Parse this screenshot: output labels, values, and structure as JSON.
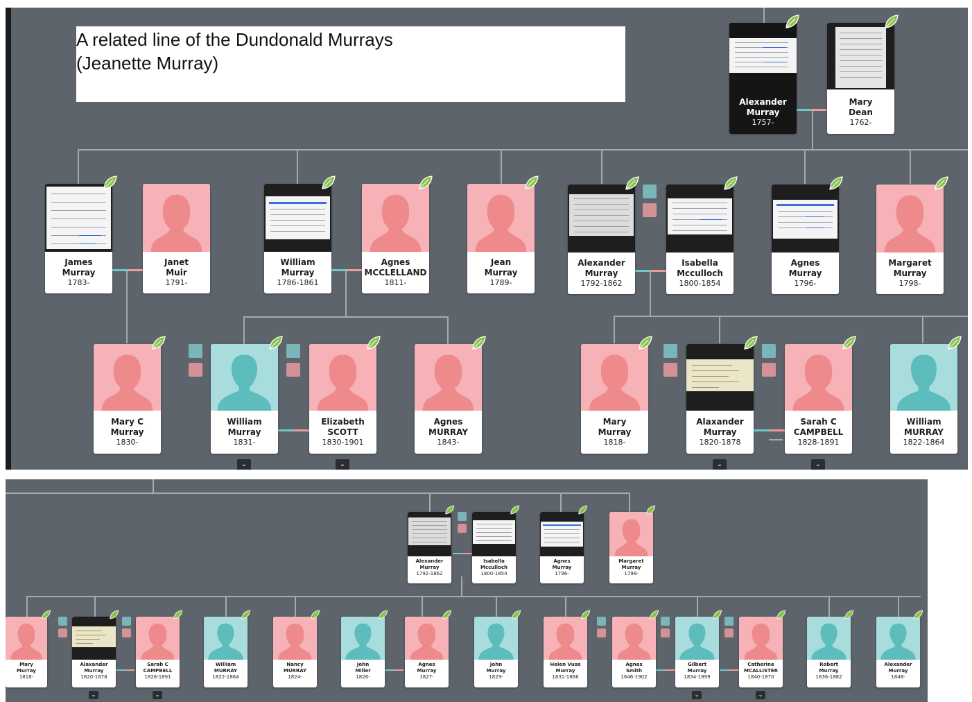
{
  "note": {
    "line1": "A related line of the Dundonald Murrays",
    "line2": "(Jeanette Murray)"
  },
  "colors": {
    "panel": "#5e646c",
    "female": "#f7b2b8",
    "female_silhouette": "#ee8a8c",
    "male": "#a9dcdc",
    "male_silhouette": "#5dbcbc",
    "leaf": "#8bc34a",
    "connector": "#a6aaaf"
  },
  "icons": {
    "leaf": "leaf-icon",
    "person": "person-silhouette-icon",
    "expand": "chevron-down-icon",
    "spouse_toggle": "spouse-toggle-icon",
    "record": "record-image-icon"
  },
  "top": {
    "ancestors": [
      {
        "first": "Alexander",
        "last": "Murray",
        "years": "1757-"
      },
      {
        "first": "Mary",
        "last": "Dean",
        "years": "1762-"
      }
    ],
    "children": [
      {
        "first": "James",
        "last": "Murray",
        "years": "1783-"
      },
      {
        "first": "Janet",
        "last": "Muir",
        "years": "1791-"
      },
      {
        "first": "William",
        "last": "Murray",
        "years": "1786-1861"
      },
      {
        "first": "Agnes",
        "last": "MCCLELLAND",
        "years": "1811-"
      },
      {
        "first": "Jean",
        "last": "Murray",
        "years": "1789-"
      },
      {
        "first": "Alexander",
        "last": "Murray",
        "years": "1792-1862"
      },
      {
        "first": "Isabella",
        "last": "Mcculloch",
        "years": "1800-1854"
      },
      {
        "first": "Agnes",
        "last": "Murray",
        "years": "1796-"
      },
      {
        "first": "Margaret",
        "last": "Murray",
        "years": "1798-"
      }
    ],
    "grandchildren": [
      {
        "first": "Mary C",
        "last": "Murray",
        "years": "1830-"
      },
      {
        "first": "William",
        "last": "Murray",
        "years": "1831-"
      },
      {
        "first": "Elizabeth",
        "last": "SCOTT",
        "years": "1830-1901"
      },
      {
        "first": "Agnes",
        "last": "MURRAY",
        "years": "1843-"
      },
      {
        "first": "Mary",
        "last": "Murray",
        "years": "1818-"
      },
      {
        "first": "Alaxander",
        "last": "Murray",
        "years": "1820-1878"
      },
      {
        "first": "Sarah C",
        "last": "CAMPBELL",
        "years": "1828-1891"
      },
      {
        "first": "William",
        "last": "MURRAY",
        "years": "1822-1864"
      }
    ]
  },
  "bottom": {
    "parents": [
      {
        "first": "Alexander",
        "last": "Murray",
        "years": "1792-1862"
      },
      {
        "first": "Isabella",
        "last": "Mcculloch",
        "years": "1800-1854"
      },
      {
        "first": "Agnes",
        "last": "Murray",
        "years": "1796-"
      },
      {
        "first": "Margaret",
        "last": "Murray",
        "years": "1798-"
      }
    ],
    "children": [
      {
        "first": "Mary",
        "last": "Murray",
        "years": "1818-"
      },
      {
        "first": "Alaxander",
        "last": "Murray",
        "years": "1820-1878"
      },
      {
        "first": "Sarah C",
        "last": "CAMPBELL",
        "years": "1828-1891"
      },
      {
        "first": "William",
        "last": "MURRAY",
        "years": "1822-1864"
      },
      {
        "first": "Nancy",
        "last": "MURRAY",
        "years": "1824-"
      },
      {
        "first": "John",
        "last": "Miller",
        "years": "1826-"
      },
      {
        "first": "Agnes",
        "last": "Murray",
        "years": "1827-"
      },
      {
        "first": "John",
        "last": "Murray",
        "years": "1829-"
      },
      {
        "first": "Helen Vuse",
        "last": "Murray",
        "years": "1831-1866"
      },
      {
        "first": "Agnes",
        "last": "Smith",
        "years": "1846-1902"
      },
      {
        "first": "Gilbert",
        "last": "Murray",
        "years": "1834-1899"
      },
      {
        "first": "Catherine",
        "last": "MCALLISTER",
        "years": "1840-1870"
      },
      {
        "first": "Robert",
        "last": "Murray",
        "years": "1836-1882"
      },
      {
        "first": "Alexander",
        "last": "Murray",
        "years": "1848-"
      }
    ]
  }
}
